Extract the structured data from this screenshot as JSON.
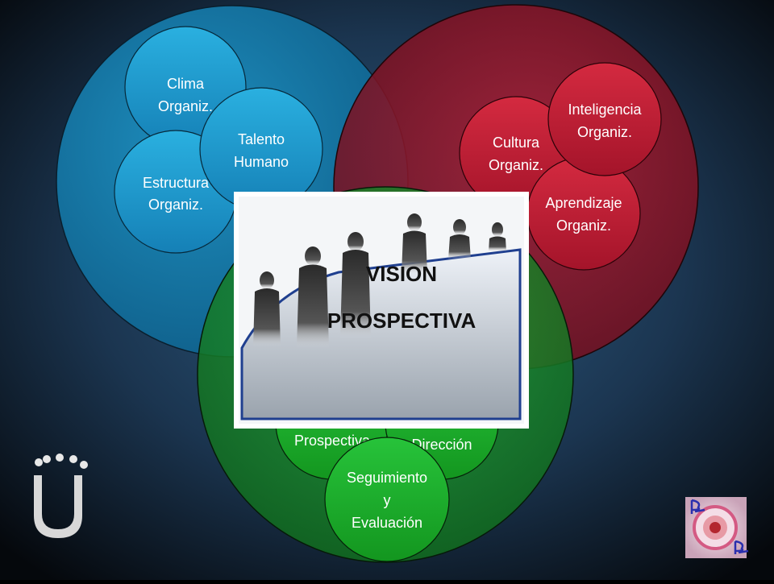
{
  "diagram": {
    "title_line1": "VISION",
    "title_line2": "PROSPECTIVA",
    "blue_group": {
      "color": "#1b7fae",
      "items": [
        {
          "line1": "Clima",
          "line2": "Organiz."
        },
        {
          "line1": "Talento",
          "line2": "Humano"
        },
        {
          "line1": "Estructura",
          "line2": "Organiz."
        }
      ]
    },
    "red_group": {
      "color": "#a0182c",
      "items": [
        {
          "line1": "Inteligencia",
          "line2": "Organiz."
        },
        {
          "line1": "Cultura",
          "line2": "Organiz."
        },
        {
          "line1": "Aprendizaje",
          "line2": "Organiz."
        }
      ]
    },
    "green_group": {
      "color": "#1f9a2e",
      "items": [
        {
          "line1": "Prospectiva"
        },
        {
          "line1": "Dirección"
        },
        {
          "line1": "Seguimiento",
          "line2": "y",
          "line3": "Evaluación"
        }
      ]
    }
  },
  "logo_left": {
    "letter": "Ü"
  }
}
